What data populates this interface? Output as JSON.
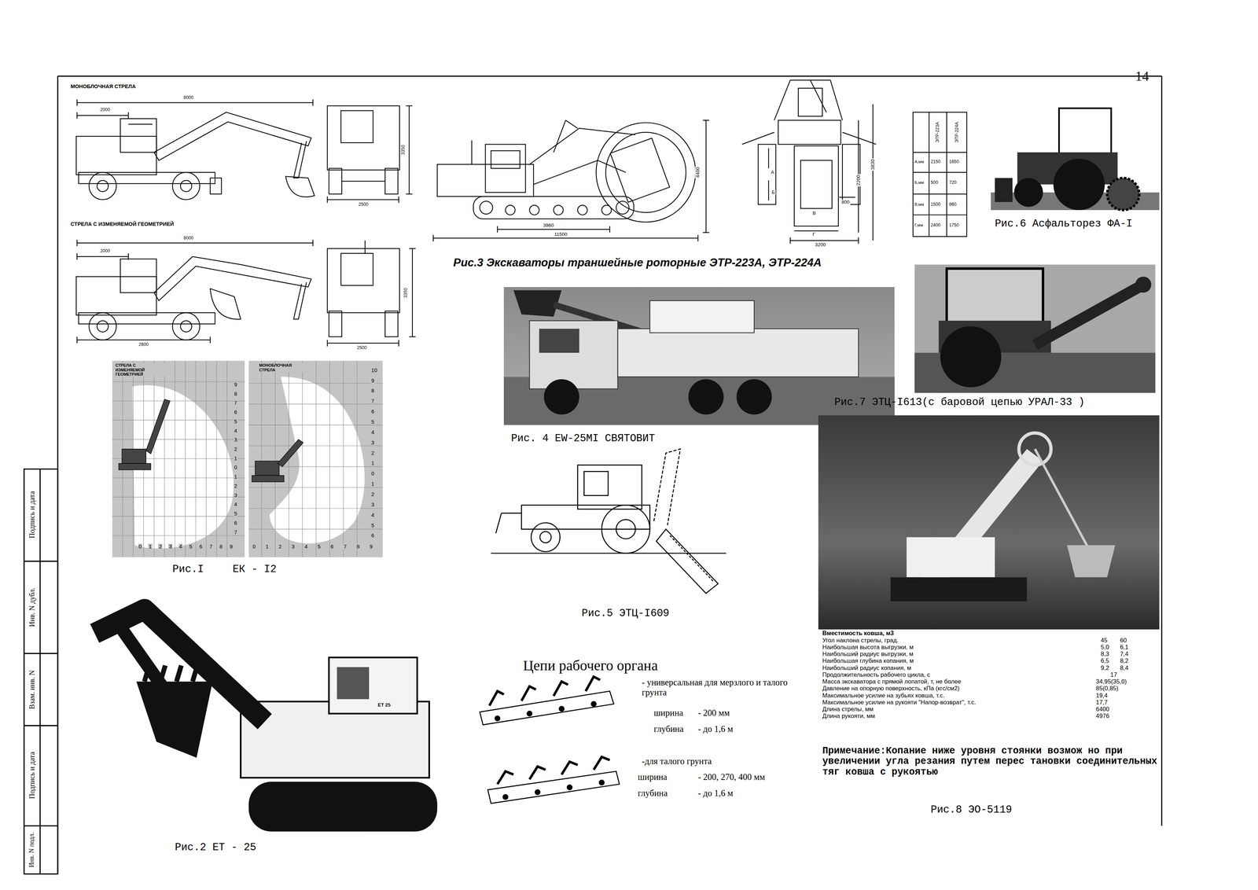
{
  "diagram": {
    "labels": [
      "14",
      "МОНОБЛОЧНАЯ СТРЕЛА",
      "8000",
      "2000",
      "3350",
      "2500",
      "СТРЕЛА С ИЗМЕНЯЕМОЙ ГЕОМЕТРИЕЙ",
      "8000",
      "2000",
      "3350",
      "2600",
      "2500",
      "СТРЕЛА С ИЗМЕНЯЕМОЙ ГЕОМЕТРИЕЙ",
      "МОНОБЛОЧНАЯ СТРЕЛА",
      "9",
      "8",
      "7",
      "6",
      "5",
      "4",
      "3",
      "2",
      "1",
      "0",
      "1",
      "2",
      "3",
      "4",
      "5",
      "6",
      "7",
      "0",
      "1",
      "2",
      "3",
      "4",
      "5",
      "6",
      "7",
      "8",
      "9",
      "10",
      "9",
      "8",
      "7",
      "6",
      "5",
      "4",
      "3",
      "2",
      "1",
      "0",
      "1",
      "2",
      "3",
      "4",
      "5",
      "6",
      "0",
      "1",
      "2",
      "3",
      "4",
      "5",
      "6",
      "7",
      "8",
      "9",
      "Рис.I",
      "ЕК - I2",
      "4400",
      "3960",
      "11500",
      "А",
      "Б",
      "В",
      "Г",
      "2200",
      "3830",
      "800",
      "3200",
      "ЭТР-223А",
      "ЭТР-224А",
      "А,мм",
      "2150",
      "1650",
      "Б,мм",
      "500",
      "720",
      "В,мм",
      "1500",
      "860",
      "Г,мм",
      "2400",
      "1750",
      "Рис.6 Асфальторез ФА-I",
      "Рис.3 Экскаваторы траншейные роторные ЭТР-223А, ЭТР-224А",
      "Рис. 4  EW-25MI СВЯТОВИТ",
      "Рис.7  ЭТЦ-I613(с баровой цепью УРАЛ-33 )",
      "Рис.5  ЭТЦ-I609",
      "Цепи рабочего органа",
      "- универсальная для мерзлого и талого грунта",
      "ширина",
      "- 200 мм",
      "глубина",
      "- до 1,6 м",
      "-для талого грунта",
      "ширина",
      "- 200, 270, 400 мм",
      "глубина",
      "- до 1,6 м",
      "Вместимость ковша, м3",
      "Угол наклона стрелы, град.",
      "45",
      "60",
      "Наибольшая высота выгрузки, м",
      "5,0",
      "6,1",
      "Наибольший радиус выгрузки, м",
      "8,3",
      "7,4",
      "Наибольшая глубина копания, м",
      "6,5",
      "8,2",
      "Наибольший радиус копания, м",
      "9,2",
      "8,4",
      "Продолжительность рабочего цикла, с",
      "17",
      "Масса экскаватора с прямой лопатой, т, не более",
      "34,95(35,0)",
      "Давление на опорную поверхность, кПа (кгс/см2)",
      "85(0,85)",
      "Максимальное усилие  на зубьях ковша, т.с.",
      "19,4",
      "Максимальное усилие на рукояти \"Напор-возврат\", т.с.",
      "17,7",
      "Длина стрелы, мм",
      "6400",
      "Длина рукояти, мм",
      "4976",
      "Примечание:Копание ниже уровня стоянки возмож но при увеличении угла резания путем перес тановки соединительных тяг ковша с рукоятью",
      "Рис.8 ЭО-5119",
      "ET 25",
      "Рис.2  ЕТ - 25",
      "Инв. N подл.",
      "Подпись и дата",
      "Взам. инв. N",
      "Инв. N дубл.",
      "Подпись и дата"
    ]
  }
}
